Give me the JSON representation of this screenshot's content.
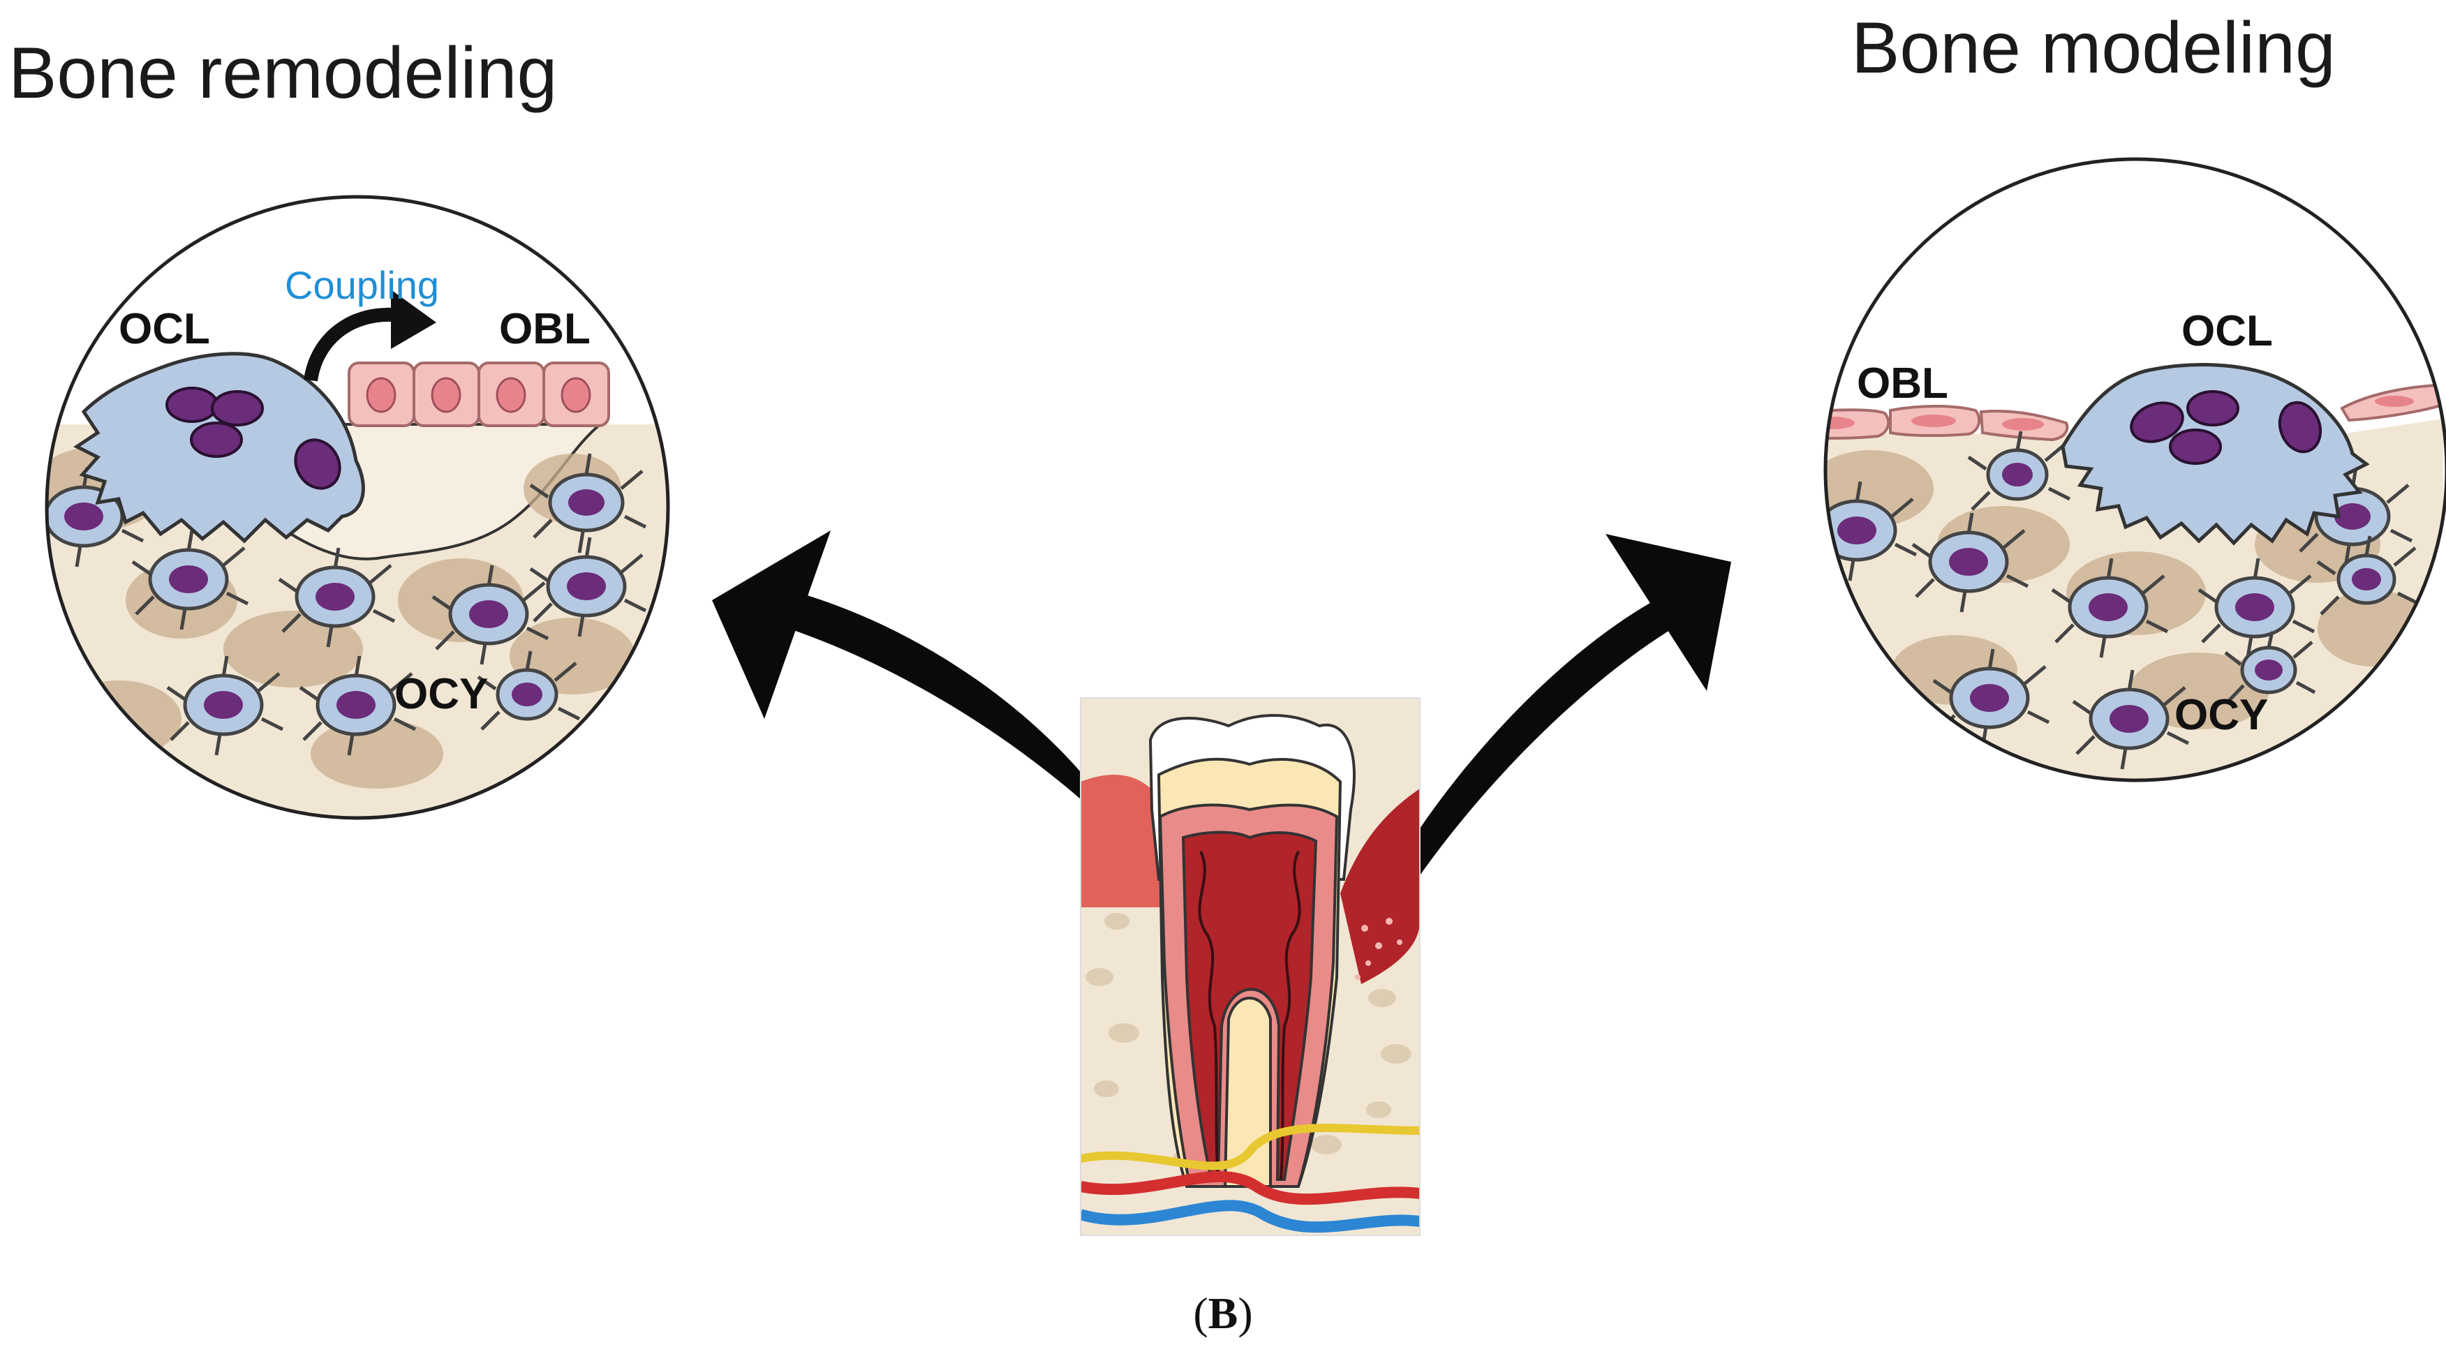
{
  "headings": {
    "remodeling": "Bone remodeling",
    "modeling": "Bone modeling"
  },
  "remodeling_panel": {
    "osteoclast_label": "OCL",
    "osteoblast_label": "OBL",
    "osteocyte_label": "OCY",
    "coupling_label": "Coupling"
  },
  "modeling_panel": {
    "osteoclast_label": "OCL",
    "osteoblast_label": "OBL",
    "osteocyte_label": "OCY"
  },
  "caption": {
    "open": "(",
    "letter": "B",
    "close": ")"
  },
  "colors": {
    "coupling_text": "#1f8fd6",
    "osteoclast_fill": "#b5c9e3",
    "nucleus_fill": "#6b2c7a",
    "osteoblast_fill": "#f4c0bd",
    "bone_matrix": "#f1e6d4",
    "bone_lacunae": "#c8ad8e",
    "gum_red": "#b0242a",
    "enamel": "#fbe7b5"
  },
  "icons": [
    "curved-arrow-left-icon",
    "curved-arrow-right-icon",
    "coupling-arrow-icon",
    "tooth-cross-section-icon"
  ]
}
